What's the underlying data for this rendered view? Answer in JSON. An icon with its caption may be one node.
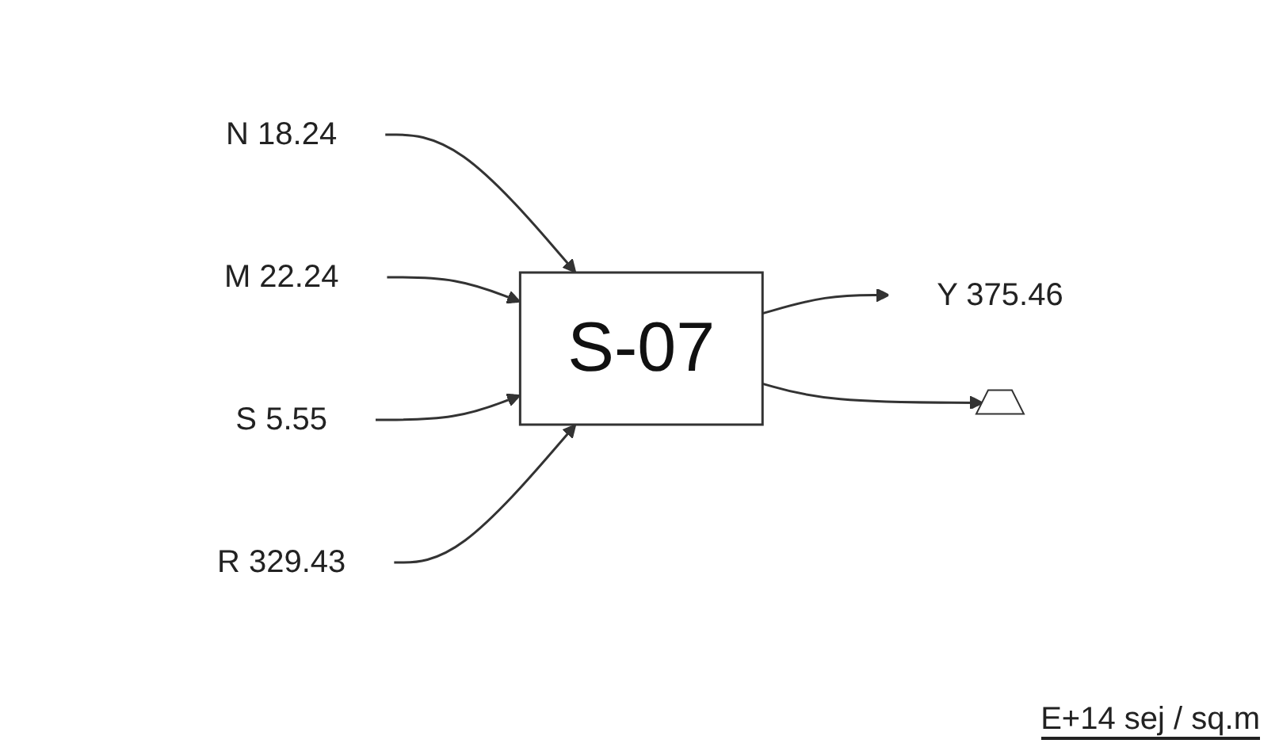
{
  "diagram": {
    "nodes": [
      {
        "text": [
          "N 18.24"
        ]
      },
      {
        "text": [
          "M 22.24"
        ]
      },
      {
        "text": [
          "S 5.55"
        ]
      },
      {
        "text": [
          "R 329.43"
        ]
      },
      {
        "text": [
          "S-07"
        ]
      },
      {
        "text": [
          "Y 375.46"
        ]
      },
      {
        "text": [],
        "shape": "ground"
      }
    ],
    "edges": [
      {
        "from": 0,
        "to": 4,
        "arrow": "to"
      },
      {
        "from": 1,
        "to": 4,
        "arrow": "to"
      },
      {
        "from": 2,
        "to": 4,
        "arrow": "to"
      },
      {
        "from": 3,
        "to": 4,
        "arrow": "to"
      },
      {
        "from": 4,
        "to": 5,
        "arrow": "to"
      },
      {
        "from": 4,
        "to": 6,
        "arrow": "to"
      }
    ],
    "labels": [
      "E+14 sej / sq.m"
    ]
  }
}
